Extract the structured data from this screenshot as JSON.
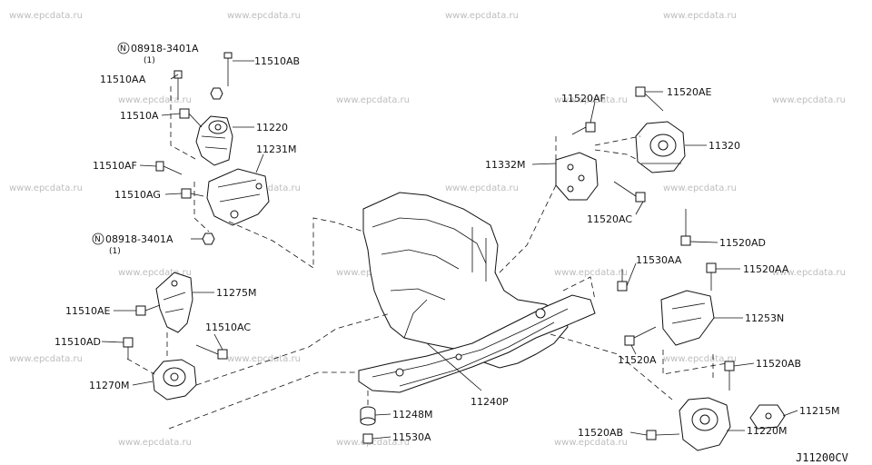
{
  "watermark": "www.epcdata.ru",
  "diagram_code": "J11200CV",
  "labels": {
    "n08918_top": "08918-3401A",
    "n08918_top_qty": "(1)",
    "n08918_bot": "08918-3401A",
    "n08918_bot_qty": "(1)",
    "p11510AB": "11510AB",
    "p11510AA": "11510AA",
    "p11510A": "11510A",
    "p11220": "11220",
    "p11231M": "11231M",
    "p11510AF": "11510AF",
    "p11510AG": "11510AG",
    "p11510AE": "11510AE",
    "p11275M": "11275M",
    "p11510AC": "11510AC",
    "p11510AD": "11510AD",
    "p11270M": "11270M",
    "p11520AF": "11520AF",
    "p11520AE": "11520AE",
    "p11320": "11320",
    "p11332M": "11332M",
    "p11520AC": "11520AC",
    "p11520AD": "11520AD",
    "p11530AA": "11530AA",
    "p11520AA": "11520AA",
    "p11253N": "11253N",
    "p11520A": "11520A",
    "p11520AB": "11520AB",
    "p11215M": "11215M",
    "p11220M": "11220M",
    "p11520AB_b": "11520AB",
    "p11240P": "11240P",
    "p11248M": "11248M",
    "p11530A": "11530A"
  },
  "nut_symbol": "N"
}
